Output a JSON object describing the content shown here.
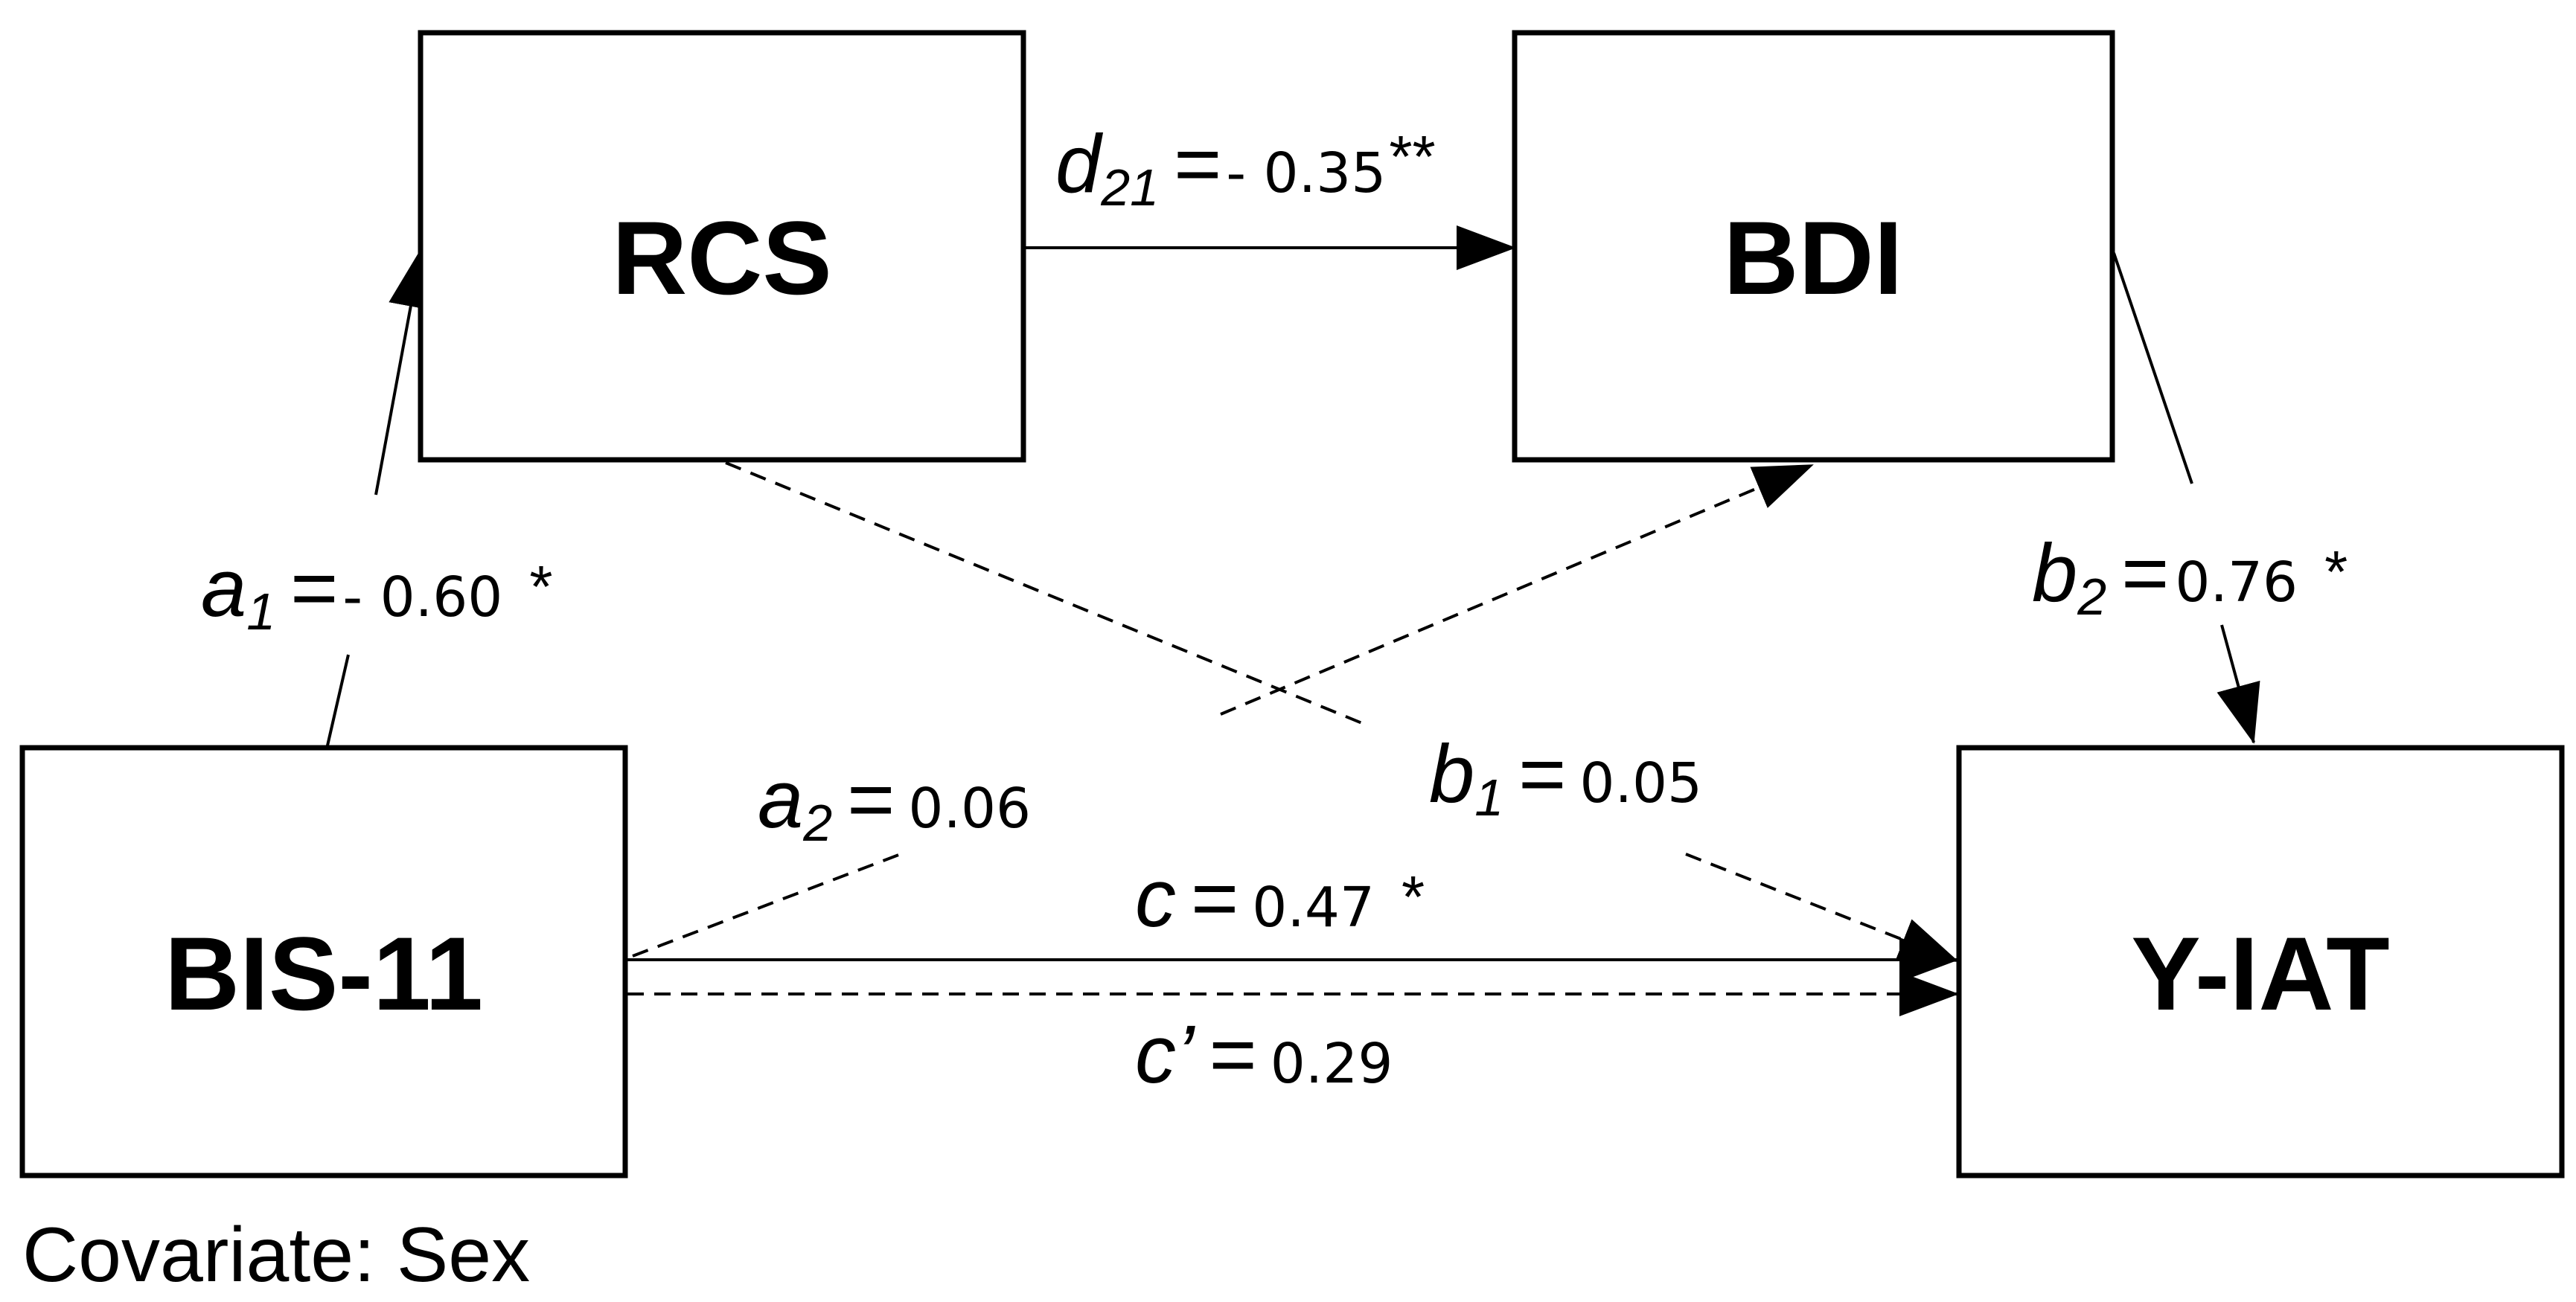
{
  "nodes": {
    "rcs": "RCS",
    "bdi": "BDI",
    "bis11": "BIS-11",
    "yiat": "Y-IAT"
  },
  "paths": {
    "d21": {
      "symbol": "d",
      "subscript": "21",
      "equals": "=",
      "value": "- 0.35",
      "significance": "**",
      "style": "solid"
    },
    "a1": {
      "symbol": "a",
      "subscript": "1",
      "equals": "=",
      "value": "- 0.60",
      "significance": "*",
      "style": "solid"
    },
    "a2": {
      "symbol": "a",
      "subscript": "2",
      "equals": "=",
      "value": "0.06",
      "significance": "",
      "style": "dashed"
    },
    "b1": {
      "symbol": "b",
      "subscript": "1",
      "equals": "=",
      "value": "0.05",
      "significance": "",
      "style": "dashed"
    },
    "b2": {
      "symbol": "b",
      "subscript": "2",
      "equals": "=",
      "value": "0.76",
      "significance": "*",
      "style": "solid"
    },
    "c": {
      "symbol": "c",
      "equals": "=",
      "value": "0.47",
      "significance": "*",
      "style": "solid"
    },
    "c_prime": {
      "symbol": "c’",
      "equals": "=",
      "value": "0.29",
      "significance": "",
      "style": "dashed"
    }
  },
  "covariate": "Covariate: Sex",
  "colors": {
    "stroke": "#000000",
    "background": "#ffffff"
  }
}
